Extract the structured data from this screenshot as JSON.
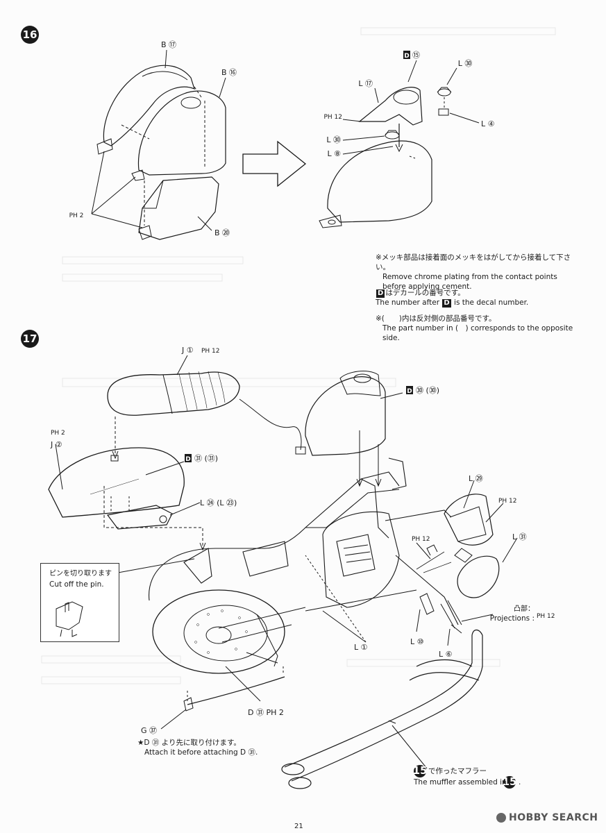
{
  "steps": [
    {
      "number": "16"
    },
    {
      "number": "17"
    }
  ],
  "step16": {
    "labels": {
      "b17": "B ⑰",
      "b16": "B ⑯",
      "b20": "B ⑳",
      "ph2": "PH 2",
      "d15": "⑮",
      "l30": "L ㉚",
      "l17": "L ⑰",
      "ph12": "PH 12",
      "l30b": "L ㉚",
      "l8": "L ⑧",
      "l4": "L ④"
    },
    "notes": {
      "chrome_jp": "※メッキ部品は接着面のメッキをはがしてから接着して下さい。",
      "chrome_en1": "Remove chrome plating from the contact points",
      "chrome_en2": "before applying cement.",
      "decal_badge": "D",
      "decal_jp": "はデカールの番号です。",
      "decal_en_pre": "The number after",
      "decal_en_post": "is the decal number.",
      "paren_jp": "※(　　)内は反対側の部品番号です。",
      "paren_en": "The part number in (　) corresponds to the opposite side."
    }
  },
  "step17": {
    "labels": {
      "j1": "J ①",
      "ph12a": "PH 12",
      "ph2a": "PH 2",
      "j2": "J ②",
      "d31": "㉛ (㉛)",
      "l24": "L ㉔ (L ㉓)",
      "d30": "㉚ (㉚)",
      "l29": "L ㉙",
      "ph12b": "PH 12",
      "ph12c": "PH 12",
      "l31": "L ㉛",
      "projections_jp": "凸部：",
      "projections_en": "Projections :",
      "ph12d": "PH 12",
      "l10": "L ⑩",
      "l6": "L ⑥",
      "l1": "L ①",
      "d31ph2": "D ㉛ PH 2",
      "g87": "G ㊲"
    },
    "callout": {
      "jp": "ピンを切り取ります",
      "en": "Cut off the pin."
    },
    "attach_note": {
      "jp": "★D ㉛ より先に取り付けます。",
      "en": "Attach it before attaching D ㉛."
    },
    "muffler_note": {
      "step_ref": "15",
      "jp": "で作ったマフラー",
      "en": "The muffler assembled in"
    }
  },
  "footer": {
    "page_number": "21",
    "watermark": "HOBBY SEARCH"
  }
}
